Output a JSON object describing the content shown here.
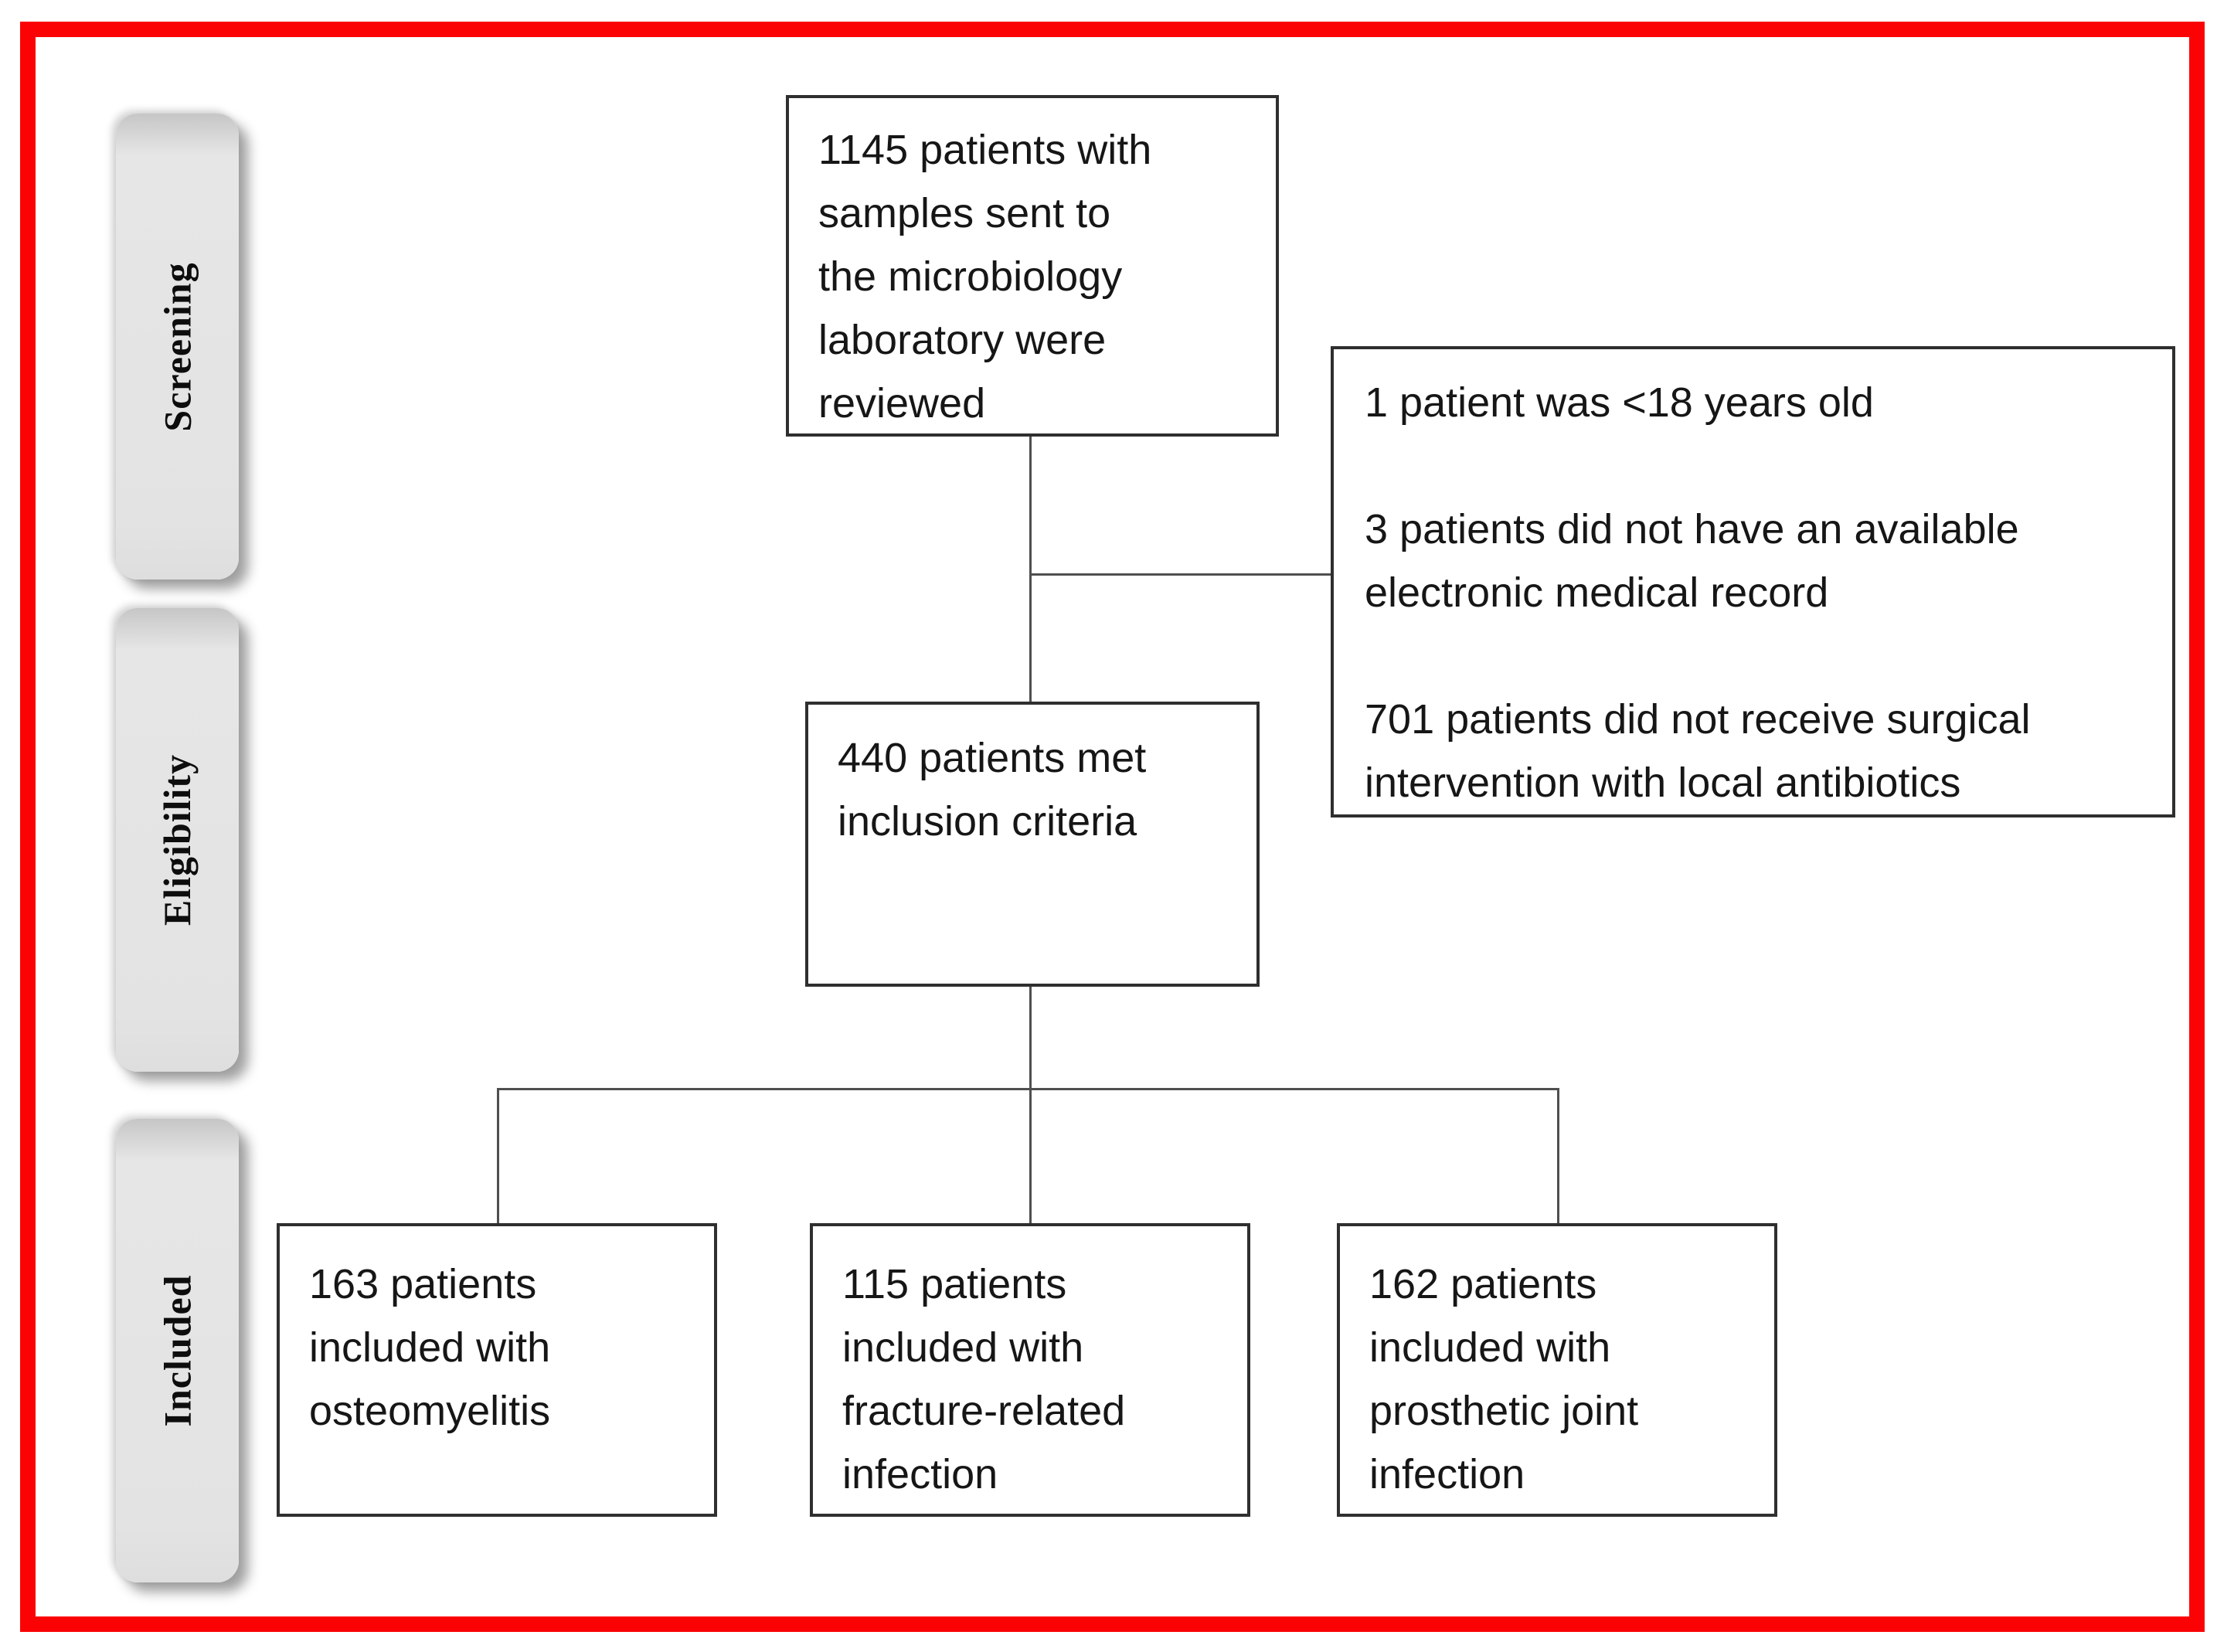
{
  "figure_type": "patient-flow-diagram",
  "colors": {
    "frame_red": "#fb0304",
    "stage_pill_fill": "#e3e3e3",
    "box_border": "#2f2f2f",
    "connector": "#4f4f4f",
    "text": "#161616"
  },
  "stages": [
    {
      "label": "Screening"
    },
    {
      "label": "Eligibility"
    },
    {
      "label": "Included"
    }
  ],
  "nodes": {
    "screened": {
      "text": "1145 patients with\nsamples sent to\nthe microbiology\nlaboratory were\nreviewed"
    },
    "exclusions": {
      "items": [
        "1 patient was <18 years old",
        "3 patients did not have an available\nelectronic medical record",
        "701 patients did not receive surgical\nintervention with local antibiotics"
      ]
    },
    "eligible": {
      "text": "440 patients met\ninclusion criteria"
    },
    "included_left": {
      "text": "163 patients\nincluded with\nosteomyelitis"
    },
    "included_middle": {
      "text": "115 patients\nincluded with\nfracture-related\ninfection"
    },
    "included_right": {
      "text": "162 patients\nincluded with\nprosthetic joint\ninfection"
    }
  }
}
